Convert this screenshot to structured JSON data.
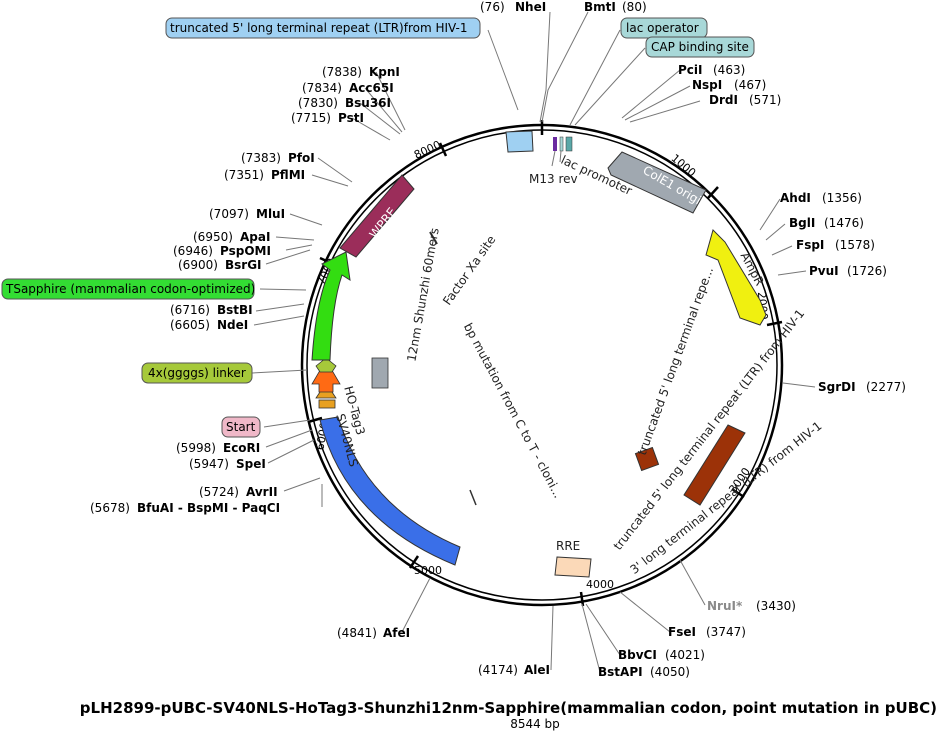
{
  "title": "pLH2899-pUBC-SV40NLS-HoTag3-Shunzhi12nm-Sapphire(mammalian codon, point mutation in pUBC)",
  "length_label": "8544 bp",
  "tick_labels": [
    "1000",
    "2000",
    "3000",
    "4000",
    "5000",
    "6000",
    "7000",
    "8000"
  ],
  "enzymes_top": [
    {
      "pos": "(76)",
      "name": "NheI"
    },
    {
      "pos": "(80)",
      "name": "BmtI"
    }
  ],
  "enzymes_right": [
    {
      "pos": "(463)",
      "name": "PciI"
    },
    {
      "pos": "(467)",
      "name": "NspI"
    },
    {
      "pos": "(571)",
      "name": "DrdI"
    },
    {
      "pos": "(1356)",
      "name": "AhdI"
    },
    {
      "pos": "(1476)",
      "name": "BglI"
    },
    {
      "pos": "(1578)",
      "name": "FspI"
    },
    {
      "pos": "(1726)",
      "name": "PvuI"
    },
    {
      "pos": "(2277)",
      "name": "SgrDI"
    },
    {
      "pos": "(3430)",
      "name": "NruI*"
    },
    {
      "pos": "(3747)",
      "name": "FseI"
    },
    {
      "pos": "(4021)",
      "name": "BbvCI"
    },
    {
      "pos": "(4050)",
      "name": "BstAPI"
    }
  ],
  "enzymes_bottom": [
    {
      "pos": "(4174)",
      "name": "AleI"
    },
    {
      "pos": "(4841)",
      "name": "AfeI"
    }
  ],
  "enzymes_left": [
    {
      "pos": "(7838)",
      "name": "KpnI"
    },
    {
      "pos": "(7834)",
      "name": "Acc65I"
    },
    {
      "pos": "(7830)",
      "name": "Bsu36I"
    },
    {
      "pos": "(7715)",
      "name": "PstI"
    },
    {
      "pos": "(7383)",
      "name": "PfoI"
    },
    {
      "pos": "(7351)",
      "name": "PflMI"
    },
    {
      "pos": "(7097)",
      "name": "MluI"
    },
    {
      "pos": "(6950)",
      "name": "ApaI"
    },
    {
      "pos": "(6946)",
      "name": "PspOMI"
    },
    {
      "pos": "(6900)",
      "name": "BsrGI"
    },
    {
      "pos": "(6716)",
      "name": "BstBI"
    },
    {
      "pos": "(6605)",
      "name": "NdeI"
    },
    {
      "pos": "(5998)",
      "name": "EcoRI"
    },
    {
      "pos": "(5947)",
      "name": "SpeI"
    },
    {
      "pos": "(5724)",
      "name": "AvrII"
    },
    {
      "pos": "(5678)",
      "name": "BfuAI - BspMI - PaqCI"
    }
  ],
  "boxed_labels": [
    {
      "text": "truncated 5' long terminal repeat (LTR)from HIV-1",
      "color": "#9fd0f2"
    },
    {
      "text": "lac operator",
      "color": "#a8d8d8"
    },
    {
      "text": "CAP binding site",
      "color": "#a8d8d8"
    },
    {
      "text": "TSapphire (mammalian codon-optimized)",
      "color": "#33dd33"
    },
    {
      "text": "4x(ggggs) linker",
      "color": "#a6c93a"
    },
    {
      "text": "Start",
      "color": "#f0b8c8"
    }
  ],
  "features": {
    "wpre": "WPRE",
    "shunzhi": "12nm Shunzhi 60mers",
    "hotag": "HO-Tag3",
    "sv40": "SV40NLS",
    "ubc": "UbC promoter",
    "colE1": "ColE1 origin",
    "ampR": "AmpR",
    "m13": "M13 rev",
    "lac": "lac promoter",
    "factorXa": "Factor Xa site",
    "bp_mut": "bp mutation from C to T - cloni...",
    "trunc_inner": "truncated 5' long terminal repe...",
    "trunc_outer": "truncated 5' long terminal repeat (LTR) from HIV-1",
    "ltr3": "3' long terminal repeat (LTR) from HIV-1",
    "rre": "RRE"
  },
  "colors": {
    "wpre": "#9b2d5a",
    "tsapphire": "#33dd11",
    "linker": "#a6c93a",
    "hotag": "#ff6a14",
    "sv40": "#e8a020",
    "ubc": "#3a6fe8",
    "colE1": "#a0a8b0",
    "ampR": "#f0f010",
    "ltr": "#9c3208",
    "rre": "#fbd9b8",
    "ltr_trunc": "#9fd0f2"
  }
}
